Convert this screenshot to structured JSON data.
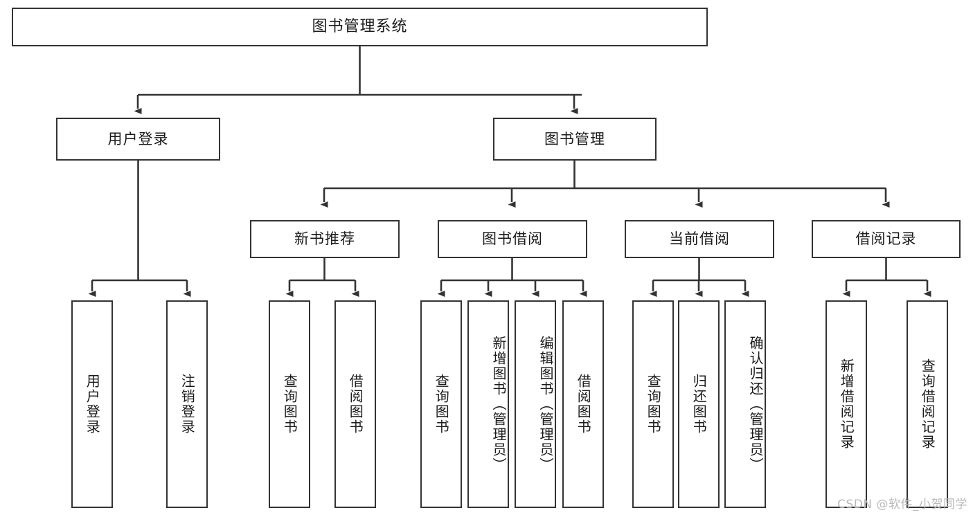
{
  "diagram": {
    "title": "图书管理系统",
    "type": "hierarchy-tree",
    "root": {
      "label": "图书管理系统"
    },
    "level2": [
      {
        "label": "用户登录"
      },
      {
        "label": "图书管理"
      }
    ],
    "level3": [
      {
        "label": "新书推荐"
      },
      {
        "label": "图书借阅"
      },
      {
        "label": "当前借阅"
      },
      {
        "label": "借阅记录"
      }
    ],
    "leaves": {
      "user_login": [
        {
          "label": "用户登录"
        },
        {
          "label": "注销登录"
        }
      ],
      "new_book_recommend": [
        {
          "label": "查询图书"
        },
        {
          "label": "借阅图书"
        }
      ],
      "book_borrow": [
        {
          "label": "查询图书"
        },
        {
          "label": "新增图书（管理员）"
        },
        {
          "label": "编辑图书（管理员）"
        },
        {
          "label": "借阅图书"
        }
      ],
      "current_borrow": [
        {
          "label": "查询图书"
        },
        {
          "label": "归还图书"
        },
        {
          "label": "确认归还（管理员）"
        }
      ],
      "borrow_record": [
        {
          "label": "新增借阅记录"
        },
        {
          "label": "查询借阅记录"
        }
      ]
    }
  },
  "watermark": {
    "text": "CSDN @软件_小贺同学"
  },
  "colors": {
    "stroke": "#333333",
    "background": "#ffffff",
    "text": "#1a1a1a",
    "watermark": "#b9b9b9"
  }
}
